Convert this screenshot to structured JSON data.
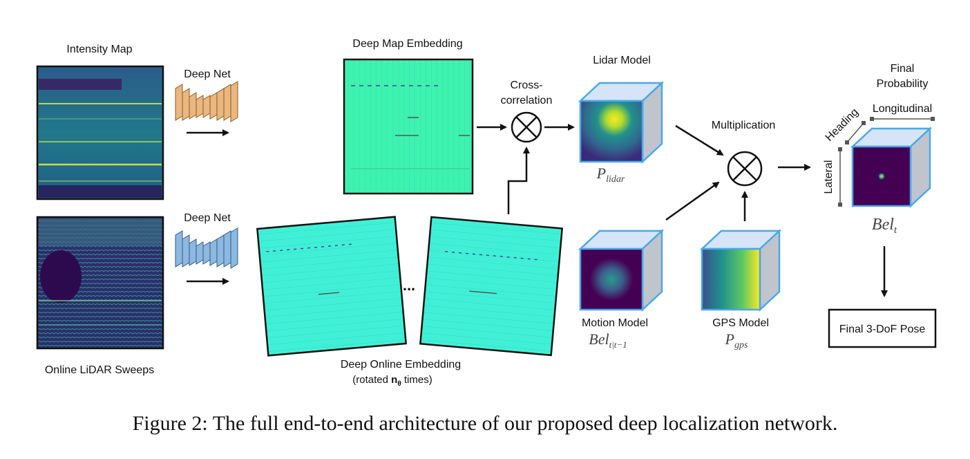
{
  "labels": {
    "intensity_map": "Intensity Map",
    "online_sweeps": "Online LiDAR Sweeps",
    "deep_net_top": "Deep Net",
    "deep_net_bottom": "Deep Net",
    "deep_map_embedding": "Deep Map Embedding",
    "cross_correlation_1": "Cross-",
    "cross_correlation_2": "correlation",
    "deep_online_embedding": "Deep Online Embedding",
    "rotated_prefix": "(rotated ",
    "rotated_n": "n",
    "rotated_sub": "θ",
    "rotated_suffix": " times)",
    "ellipsis": "...",
    "lidar_model": "Lidar Model",
    "p_lidar_main": "P",
    "p_lidar_sub": "lidar",
    "motion_model": "Motion Model",
    "bel_motion_main": "Bel",
    "bel_motion_sub": "t|t−1",
    "gps_model": "GPS Model",
    "p_gps_main": "P",
    "p_gps_sub": "gps",
    "multiplication": "Multiplication",
    "final_probability_1": "Final",
    "final_probability_2": "Probability",
    "heading": "Heading",
    "longitudinal": "Longitudinal",
    "lateral": "Lateral",
    "bel_t_main": "Bel",
    "bel_t_sub": "t",
    "final_pose": "Final 3-DoF Pose",
    "operator_symbol": "⊗"
  },
  "caption": "Figure 2: The full end-to-end architecture of our proposed deep localization network.",
  "colors": {
    "viridis_dark": "#440154",
    "viridis_teal": "#21918c",
    "embedding_green": "#3ef2b0",
    "embedding_cyan": "#3ff0d6",
    "net_orange": "#e9b77f",
    "net_blue": "#8db8e0",
    "cube_edge": "#4aa8e8",
    "cube_top": "#d6e4f7",
    "cube_side": "#c0c4cc",
    "gps_yellow": "#fde725"
  }
}
